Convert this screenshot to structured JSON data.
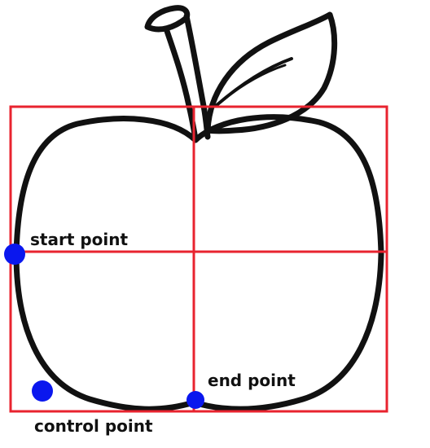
{
  "colors": {
    "outline": "#111111",
    "guide": "#e8232f",
    "point": "#0a17ee",
    "label": "#111111",
    "background": "#ffffff"
  },
  "labels": {
    "start_point": "start point",
    "end_point": "end point",
    "control_point": "control point"
  }
}
